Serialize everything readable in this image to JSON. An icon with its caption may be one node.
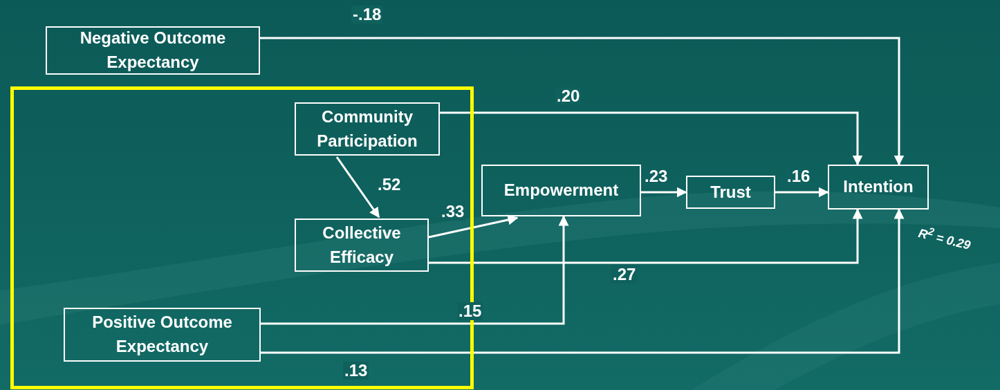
{
  "diagram": {
    "nodes": [
      {
        "text": [
          "Negative Outcome Expectancy"
        ]
      },
      {
        "text": [],
        "shape": "box"
      },
      {
        "text": [
          "Community Participation"
        ],
        "in": 1
      },
      {
        "text": [
          "Collective Efficacy"
        ],
        "in": 1
      },
      {
        "text": [
          "Empowerment"
        ]
      },
      {
        "text": [
          "Trust"
        ]
      },
      {
        "text": [
          "Intention"
        ]
      },
      {
        "text": [
          "Positive Outcome Expectancy"
        ],
        "in": 1
      }
    ],
    "edges": [
      {
        "from": 0,
        "to": 6,
        "arrow": "to",
        "label": "-.18"
      },
      {
        "from": 2,
        "to": 6,
        "arrow": "to",
        "label": ".20"
      },
      {
        "from": 2,
        "to": 3,
        "arrow": "to",
        "label": ".52"
      },
      {
        "from": 3,
        "to": 4,
        "arrow": "to",
        "label": ".33"
      },
      {
        "from": 4,
        "to": 5,
        "arrow": "to",
        "label": ".23"
      },
      {
        "from": 5,
        "to": 6,
        "arrow": "to",
        "label": ".16"
      },
      {
        "from": 3,
        "to": 6,
        "arrow": "to",
        "label": ".27"
      },
      {
        "from": 7,
        "to": 4,
        "arrow": "to",
        "label": ".15"
      },
      {
        "from": 7,
        "to": 6,
        "arrow": "to",
        "label": ".13"
      }
    ],
    "labels": [
      "R$^{2}$ = 0.29"
    ]
  }
}
